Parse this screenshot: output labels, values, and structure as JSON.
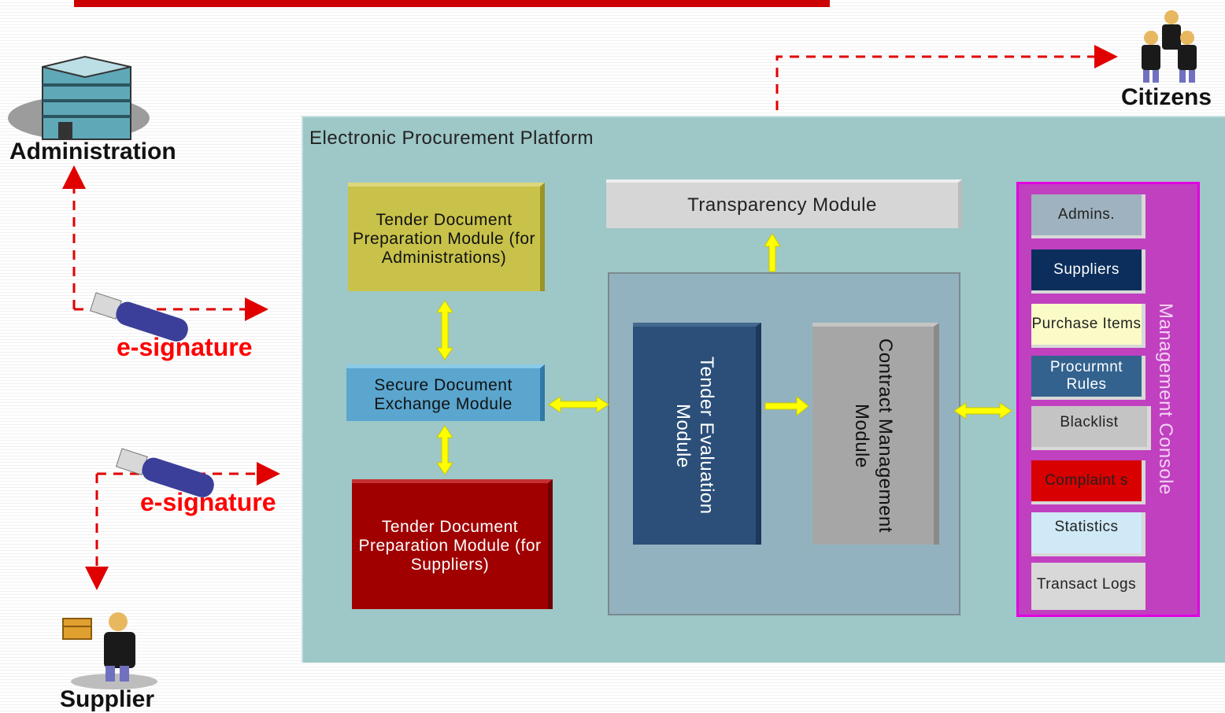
{
  "actors": {
    "administration": "Administration",
    "citizens": "Citizens",
    "supplier": "Supplier",
    "esignature_admin": "e-signature",
    "esignature_supplier": "e-signature"
  },
  "platform": {
    "title": "Electronic Procurement Platform",
    "tender_admin": "Tender Document Preparation Module (for Administrations)",
    "secure_exchange": "Secure Document Exchange Module",
    "tender_supplier": "Tender Document Preparation Module (for Suppliers)",
    "transparency": "Transparency Module",
    "tender_evaluation": "Tender Evaluation Module",
    "contract_management": "Contract Management Module"
  },
  "console": {
    "title": "Management Console",
    "items": [
      {
        "label": "Admins."
      },
      {
        "label": "Suppliers"
      },
      {
        "label": "Purchase Items"
      },
      {
        "label": "Procurmnt Rules"
      },
      {
        "label": "Blacklist"
      },
      {
        "label": "Complaint s"
      },
      {
        "label": "Statistics"
      },
      {
        "label": "Transact Logs"
      }
    ]
  },
  "colors": {
    "platform_bg": "#9ec7c7",
    "tender_admin": "#c8c24a",
    "secure_exchange": "#5aa6cf",
    "tender_supplier": "#a00000",
    "evaluation": "#2b4f79",
    "contract": "#a6a6a6",
    "console": "#c040c0",
    "arrow": "#ffff00",
    "dashed": "#e00000"
  }
}
